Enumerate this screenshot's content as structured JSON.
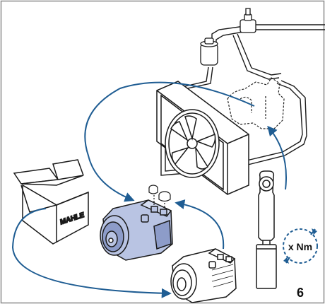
{
  "box_brand": "MAHLE",
  "torque_label": "x Nm",
  "step_number": "6",
  "colors": {
    "frame": "#8a8a8a",
    "line": "#1a1a1a",
    "arrow": "#1f5d93",
    "compressor_new": "#b9c4e3",
    "compressor_new_dark": "#8d9cc9",
    "compressor_old": "#ffffff",
    "ghost_outline": "#222222"
  },
  "icons": [
    "box-icon",
    "condenser-icon",
    "torque-wrench-icon",
    "compressor-icon",
    "seal-caps-icon",
    "torque-cycle-icon"
  ]
}
